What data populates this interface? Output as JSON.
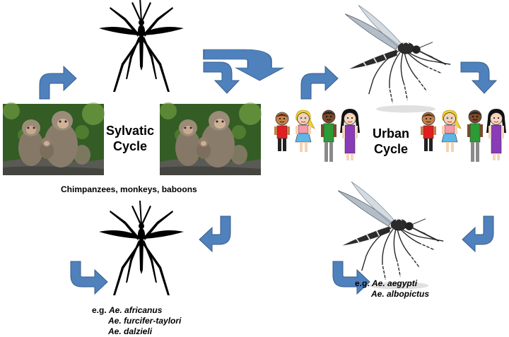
{
  "sylvatic": {
    "title_line1": "Sylvatic",
    "title_line2": "Cycle",
    "hosts_label": "Chimpanzees, monkeys, baboons",
    "vectors_prefix": "e.g.",
    "vectors": [
      "Ae. africanus",
      "Ae. furcifer-taylori",
      "Ae. dalzieli"
    ]
  },
  "urban": {
    "title_line1": "Urban",
    "title_line2": "Cycle",
    "vectors_prefix": "e.g.",
    "vectors": [
      "Ae. aegypti",
      "Ae. albopictus"
    ]
  },
  "colors": {
    "arrow_fill": "#4f81bd",
    "arrow_stroke": "#385d8a",
    "silhouette": "#000000",
    "mosquito_body": "#2b2b2b",
    "mosquito_wing": "#9aa7b4",
    "forest": "#3d6b2a",
    "monkey_fur": "#8a7c6a",
    "rock": "#5a5a55"
  },
  "icons": {
    "silhouette_mosquito": "mosquito-silhouette-icon",
    "photo_mosquito": "tiger-mosquito-icon",
    "monkeys": "macaque-photo-icon",
    "people": "people-group-icon",
    "arrow": "curved-arrow-icon"
  }
}
